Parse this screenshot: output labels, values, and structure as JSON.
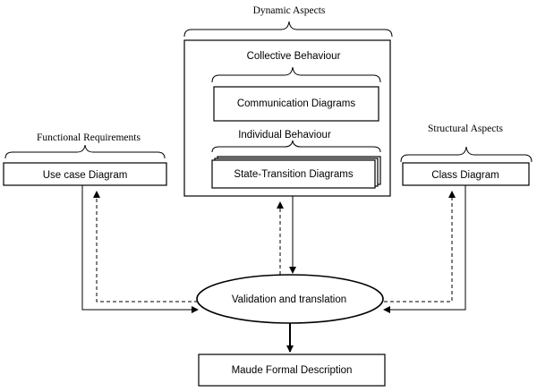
{
  "labels": {
    "dynamic_aspects": "Dynamic Aspects",
    "collective_behaviour": "Collective Behaviour",
    "individual_behaviour": "Individual Behaviour",
    "functional_requirements": "Functional Requirements",
    "structural_aspects": "Structural Aspects"
  },
  "nodes": {
    "communication_diagrams": "Communication Diagrams",
    "state_transition_diagrams": "State-Transition Diagrams",
    "use_case_diagram": "Use case Diagram",
    "class_diagram": "Class Diagram",
    "validation_translation": "Validation and translation",
    "maude_formal_description": "Maude Formal Description"
  }
}
